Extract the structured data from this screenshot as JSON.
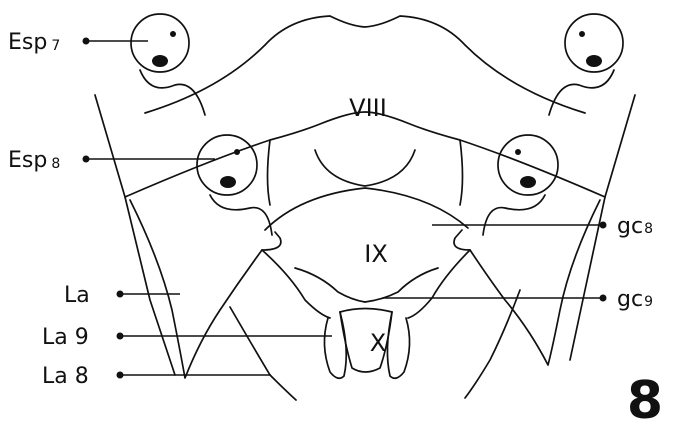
{
  "segments": {
    "viii": "VIII",
    "ix": "IX",
    "x": "X"
  },
  "labels": {
    "esp7": {
      "base": "Esp",
      "sub": "7"
    },
    "esp8": {
      "base": "Esp",
      "sub": "8"
    },
    "la": "La",
    "la9": "La 9",
    "la8": "La 8",
    "gc8": {
      "base": "gc",
      "sub": "8"
    },
    "gc9": {
      "base": "gc",
      "sub": "9"
    }
  },
  "figure_number": "8"
}
